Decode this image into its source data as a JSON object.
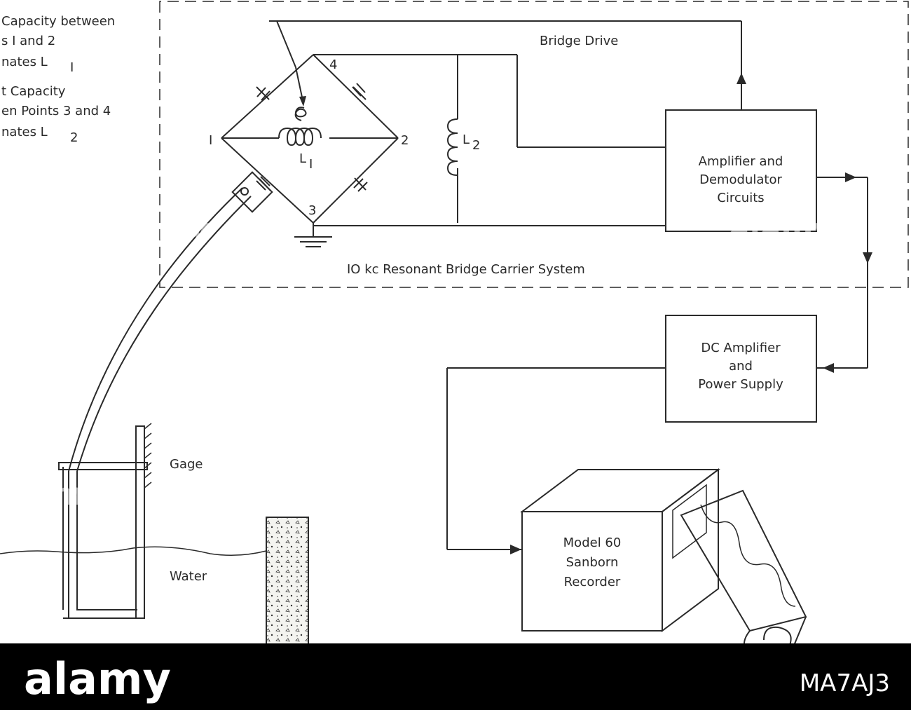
{
  "annotations": {
    "note1_line1": "Capacity between",
    "note1_line2": "s I and 2",
    "note1_line3": "nates L",
    "note1_sub": "I",
    "note2_line1": "t Capacity",
    "note2_line2": "en Points 3 and 4",
    "note2_line3": "nates L",
    "note2_sub": "2"
  },
  "bridge": {
    "drive_label": "Bridge Drive",
    "system_label": "IO kc Resonant Bridge Carrier System",
    "node1": "I",
    "node2": "2",
    "node3": "3",
    "node4": "4",
    "l1_label": "L",
    "l1_sub": "I",
    "l2_label": "L",
    "l2_sub": "2"
  },
  "blocks": {
    "amp_demod": [
      "Amplifier and",
      "Demodulator",
      "Circuits"
    ],
    "dc_amp": [
      "DC Amplifier",
      "and",
      "Power Supply"
    ],
    "recorder": [
      "Model 60",
      "Sanborn",
      "Recorder"
    ]
  },
  "labels": {
    "gage": "Gage",
    "water": "Water"
  },
  "watermark": {
    "text": "alamy",
    "id_code": "MA7AJ3"
  }
}
